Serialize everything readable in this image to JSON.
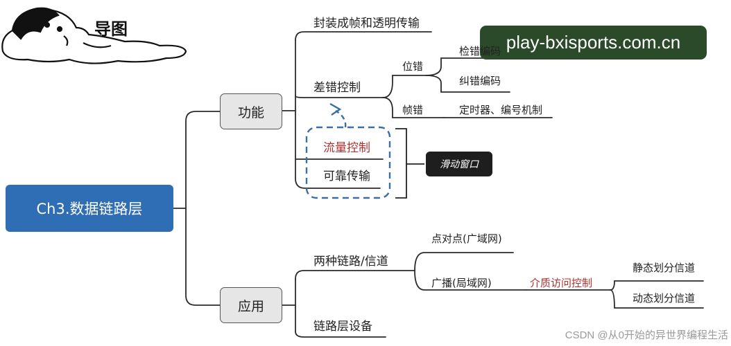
{
  "header": {
    "title": "导图"
  },
  "banner": {
    "text": "play-bxisports.com.cn"
  },
  "watermark": {
    "text": "CSDN @从0开始的异世界编程生活"
  },
  "mindmap": {
    "root": "Ch3.数据链路层",
    "functions": {
      "label": "功能",
      "items": {
        "framing": "封装成帧和透明传输",
        "error_control": "差错控制",
        "bit_error": "位错",
        "error_detect": "检错编码",
        "error_correct": "纠错编码",
        "frame_error": "帧错",
        "frame_error_method": "定时器、编号机制",
        "flow_control": "流量控制",
        "reliable": "可靠传输",
        "sliding_window": "滑动窗口"
      }
    },
    "applications": {
      "label": "应用",
      "items": {
        "link_types": "两种链路/信道",
        "p2p": "点对点(广域网)",
        "broadcast": "广播(局域网)",
        "mac": "介质访问控制",
        "static": "静态划分信道",
        "dynamic": "动态划分信道",
        "devices": "链路层设备"
      }
    }
  },
  "colors": {
    "root_box": "#2f6db5",
    "node_box": "#e6e6e6",
    "highlight_text": "#b03030",
    "dashed_group": "#3a6ea5",
    "banner": "#2b4a2a"
  }
}
